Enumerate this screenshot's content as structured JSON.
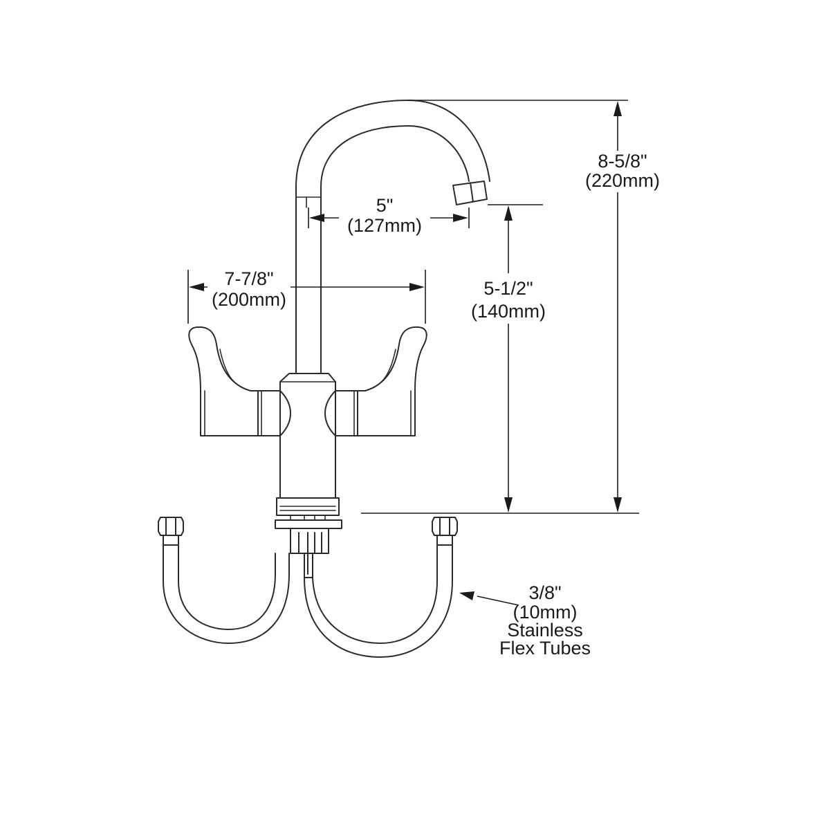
{
  "dimensions": {
    "spout_height": {
      "imperial": "8-5/8\"",
      "metric": "(220mm)"
    },
    "spout_reach": {
      "imperial": "5\"",
      "metric": "(127mm)"
    },
    "spout_clearance": {
      "imperial": "5-1/2\"",
      "metric": "(140mm)"
    },
    "handle_spread": {
      "imperial": "7-7/8\"",
      "metric": "(200mm)"
    }
  },
  "callouts": {
    "flex_tubes": {
      "lines": [
        "3/8\"",
        "(10mm)",
        "Stainless",
        "Flex Tubes"
      ]
    }
  }
}
